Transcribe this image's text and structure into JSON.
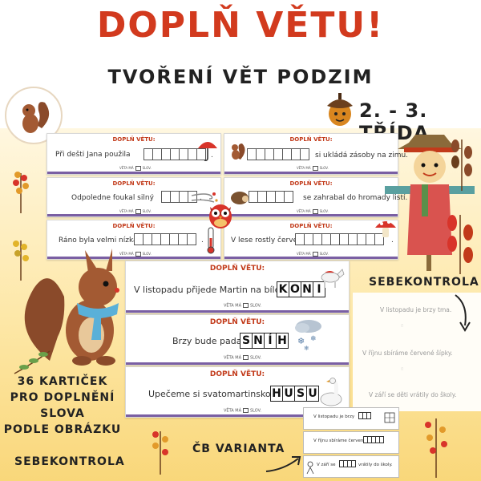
{
  "header": {
    "title": "DOPLŇ VĚTU!",
    "subtitle": "TVOŘENÍ VĚT PODZIM",
    "grade": "2. - 3. TŘÍDA"
  },
  "card_heading": "DOPLŇ VĚTU:",
  "card_footer": {
    "check_label": "VĚTA MÁ",
    "word_label": "SLOV."
  },
  "small_cards": [
    {
      "text_before": "Při dešti Jana použila",
      "text_after": ".",
      "boxes": 7
    },
    {
      "text_before": "",
      "text_after": "si ukládá zásoby na zimu.",
      "boxes": 7
    },
    {
      "text_before": "Odpoledne foukal silný",
      "text_after": ".",
      "boxes": 4
    },
    {
      "text_before": "",
      "text_after": "se zahrabal do hromady listí.",
      "boxes": 5
    },
    {
      "text_before": "Ráno byla velmi nízká",
      "text_after": ".",
      "boxes": 7
    },
    {
      "text_before": "V lese rostly červené",
      "text_after": ".",
      "boxes": 10
    }
  ],
  "big_cards": [
    {
      "text_before": "V listopadu přijede Martin na bílém",
      "letters": [
        "K",
        "O",
        "N",
        "I"
      ]
    },
    {
      "text_before": "Brzy bude padat",
      "letters": [
        "S",
        "N",
        "Í",
        "H"
      ]
    },
    {
      "text_before": "Upečeme si svatomartinskou",
      "letters": [
        "H",
        "U",
        "S",
        "U"
      ]
    }
  ],
  "left_text": {
    "line1": "36 KARTIČEK",
    "line2": "PRO DOPLNĚNÍ SLOVA",
    "line3": "PODLE OBRÁZKU",
    "bottom": "SEBEKONTROLA"
  },
  "self_check": {
    "label": "SEBEKONTROLA",
    "sentences": [
      "V listopadu je brzy tma.",
      "V říjnu sbíráme červené šípky.",
      "V září se děti vrátily do školy."
    ]
  },
  "cb_variant": {
    "label": "ČB VARIANTA",
    "cards": [
      {
        "text_before": "V listopadu je brzy",
        "boxes": 3
      },
      {
        "text_before": "V říjnu sbíráme červené",
        "boxes": 5
      },
      {
        "text_before": "V září se",
        "text_after": "vrátily do školy.",
        "boxes": 4
      }
    ]
  },
  "colors": {
    "title_red": "#d23a1e",
    "card_header_red": "#c23a1a",
    "card_stripe": "#7a5fa3",
    "background_yellow": "#fde7a6"
  },
  "icons": [
    "umbrella-icon",
    "squirrel-icon",
    "wind-icon",
    "hedgehog-icon",
    "owl-icon",
    "thermometer-icon",
    "mushroom-icon",
    "horse-icon",
    "snow-cloud-icon",
    "goose-icon",
    "acorn-icon",
    "scarecrow-icon",
    "rowan-branch-icon"
  ]
}
